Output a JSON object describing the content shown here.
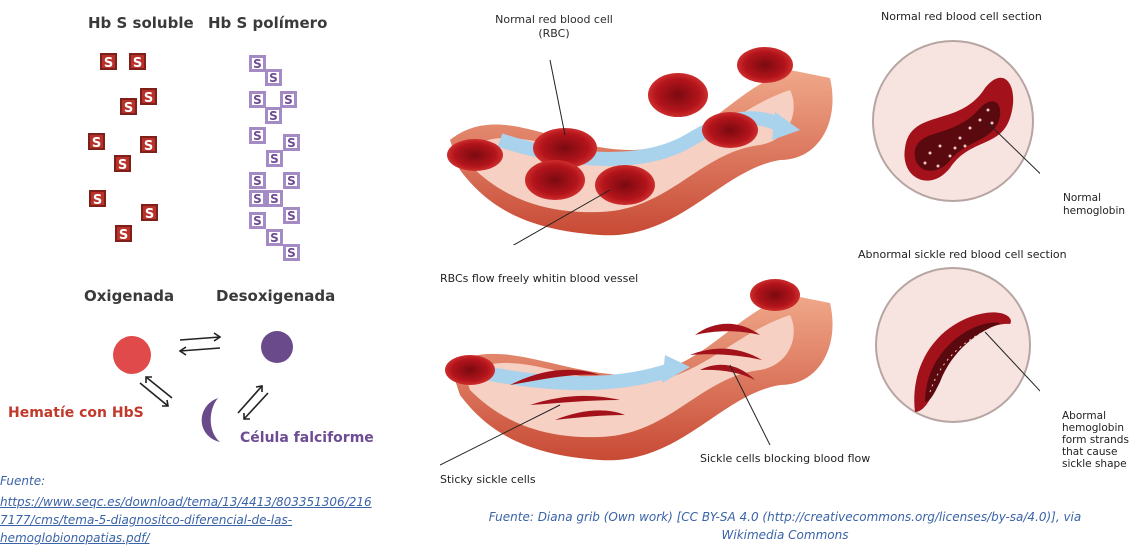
{
  "left_panel": {
    "title_soluble": "Hb S soluble",
    "title_polymer": "Hb S polímero",
    "s_letter": "S",
    "state_oxygenated": "Oxigenada",
    "state_deoxygenated": "Desoxigenada",
    "label_red_cell": "Hematíe con HbS",
    "label_sickle_cell": "Célula falciforme",
    "source_prefix": "Fuente:",
    "source_url_line1": "https://www.seqc.es/download/tema/13/4413/803351306/216",
    "source_url_line2": "7177/cms/tema-5-diagnositco-diferencial-de-las-",
    "source_url_line3": "hemoglobionopatias.pdf/"
  },
  "right_panel": {
    "normal_rbc_label_line1": "Normal red blood cell",
    "normal_rbc_label_line2": "(RBC)",
    "normal_section_title": "Normal red blood cell section",
    "normal_hb_line1": "Normal",
    "normal_hb_line2": "hemoglobin",
    "rbc_flow_label": "RBCs flow freely whitin blood vessel",
    "abnormal_section_title": "Abnormal sickle red blood cell section",
    "abnormal_hb_lines": [
      "Abormal",
      "hemoglobin",
      "form strands",
      "that cause",
      "sickle shape"
    ],
    "sticky_label": "Sticky sickle cells",
    "blocking_label": "Sickle cells blocking blood flow",
    "source_line1": "Fuente: Diana grib (Own work) [CC BY-SA 4.0 (http://creativecommons.org/licenses/by-sa/4.0)], via",
    "source_line2": "Wikimedia Commons"
  },
  "colors": {
    "soluble_s": "#b8322b",
    "polymer_s_border": "#a58bc6",
    "oxygenated_cell": "#e14a4a",
    "deoxygenated_cell": "#6a4a8a",
    "hematie_label": "#c0392b",
    "sickle_label": "#6d4c93",
    "caption": "#3a63a8",
    "vessel_outer": "#d9634a",
    "rbc": "#b3141b",
    "flow_arrow": "#a9d2ec"
  }
}
